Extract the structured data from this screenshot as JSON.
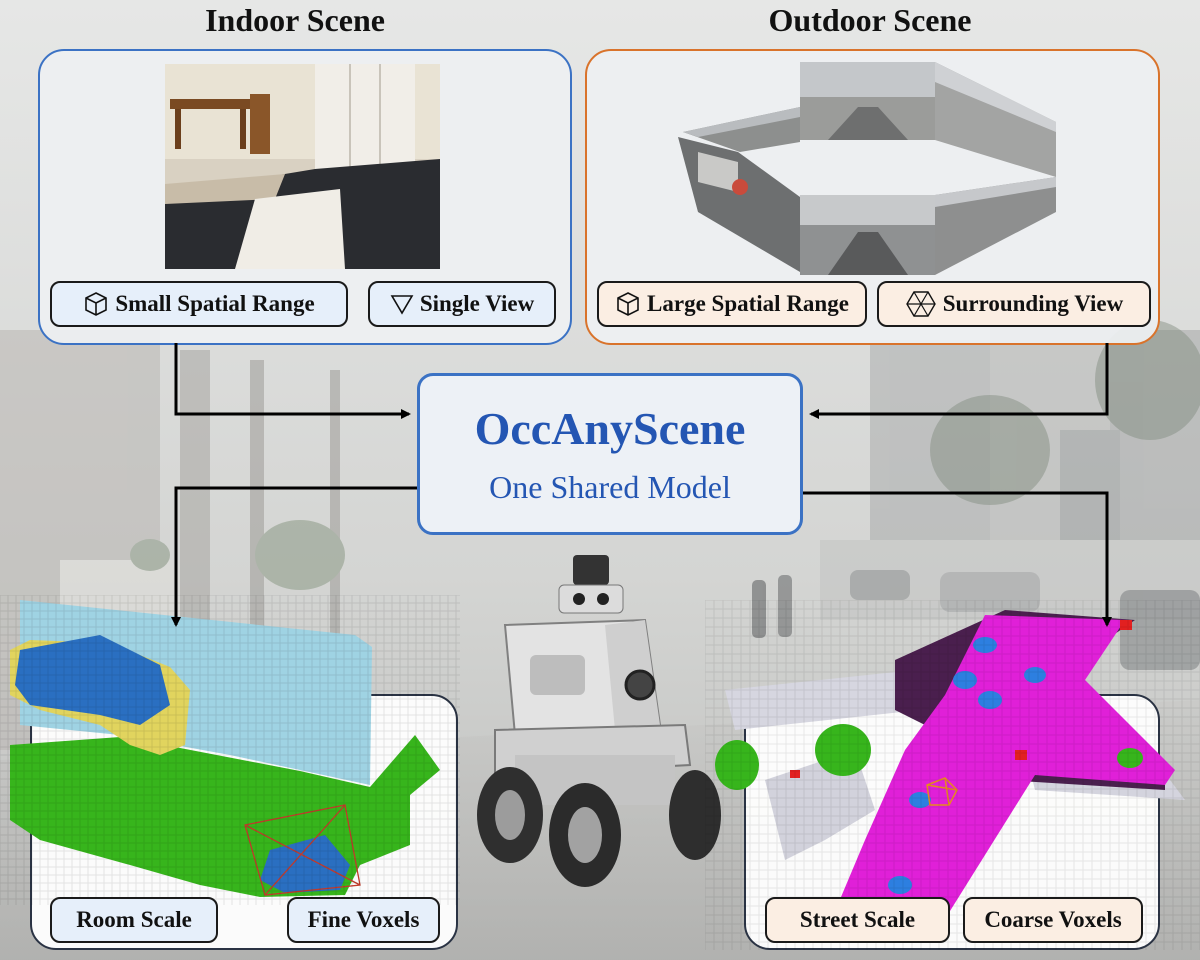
{
  "headings": {
    "indoor": "Indoor Scene",
    "outdoor": "Outdoor Scene"
  },
  "indoor_tags": {
    "range": "Small Spatial Range",
    "view": "Single View"
  },
  "outdoor_tags": {
    "range": "Large Spatial Range",
    "view": "Surrounding View"
  },
  "model": {
    "name": "OccAnyScene",
    "subtitle": "One Shared Model"
  },
  "indoor_output": {
    "scale": "Room Scale",
    "voxels": "Fine Voxels"
  },
  "outdoor_output": {
    "scale": "Street Scale",
    "voxels": "Coarse Voxels"
  },
  "icons": {
    "small_range": "cube-icon",
    "single_view": "triangle-icon",
    "large_range": "cube-icon",
    "surround_view": "hexagon-view-icon"
  },
  "colors": {
    "indoor_accent": "#3b72c4",
    "outdoor_accent": "#d9732b",
    "model_text": "#2456b3",
    "indoor_chip": "#e6effa",
    "outdoor_chip": "#fbeee3",
    "road": "#e020d8",
    "vegetation": "#37b51c",
    "wall": "#9fd3e3",
    "furniture": "#2a6fc1"
  }
}
